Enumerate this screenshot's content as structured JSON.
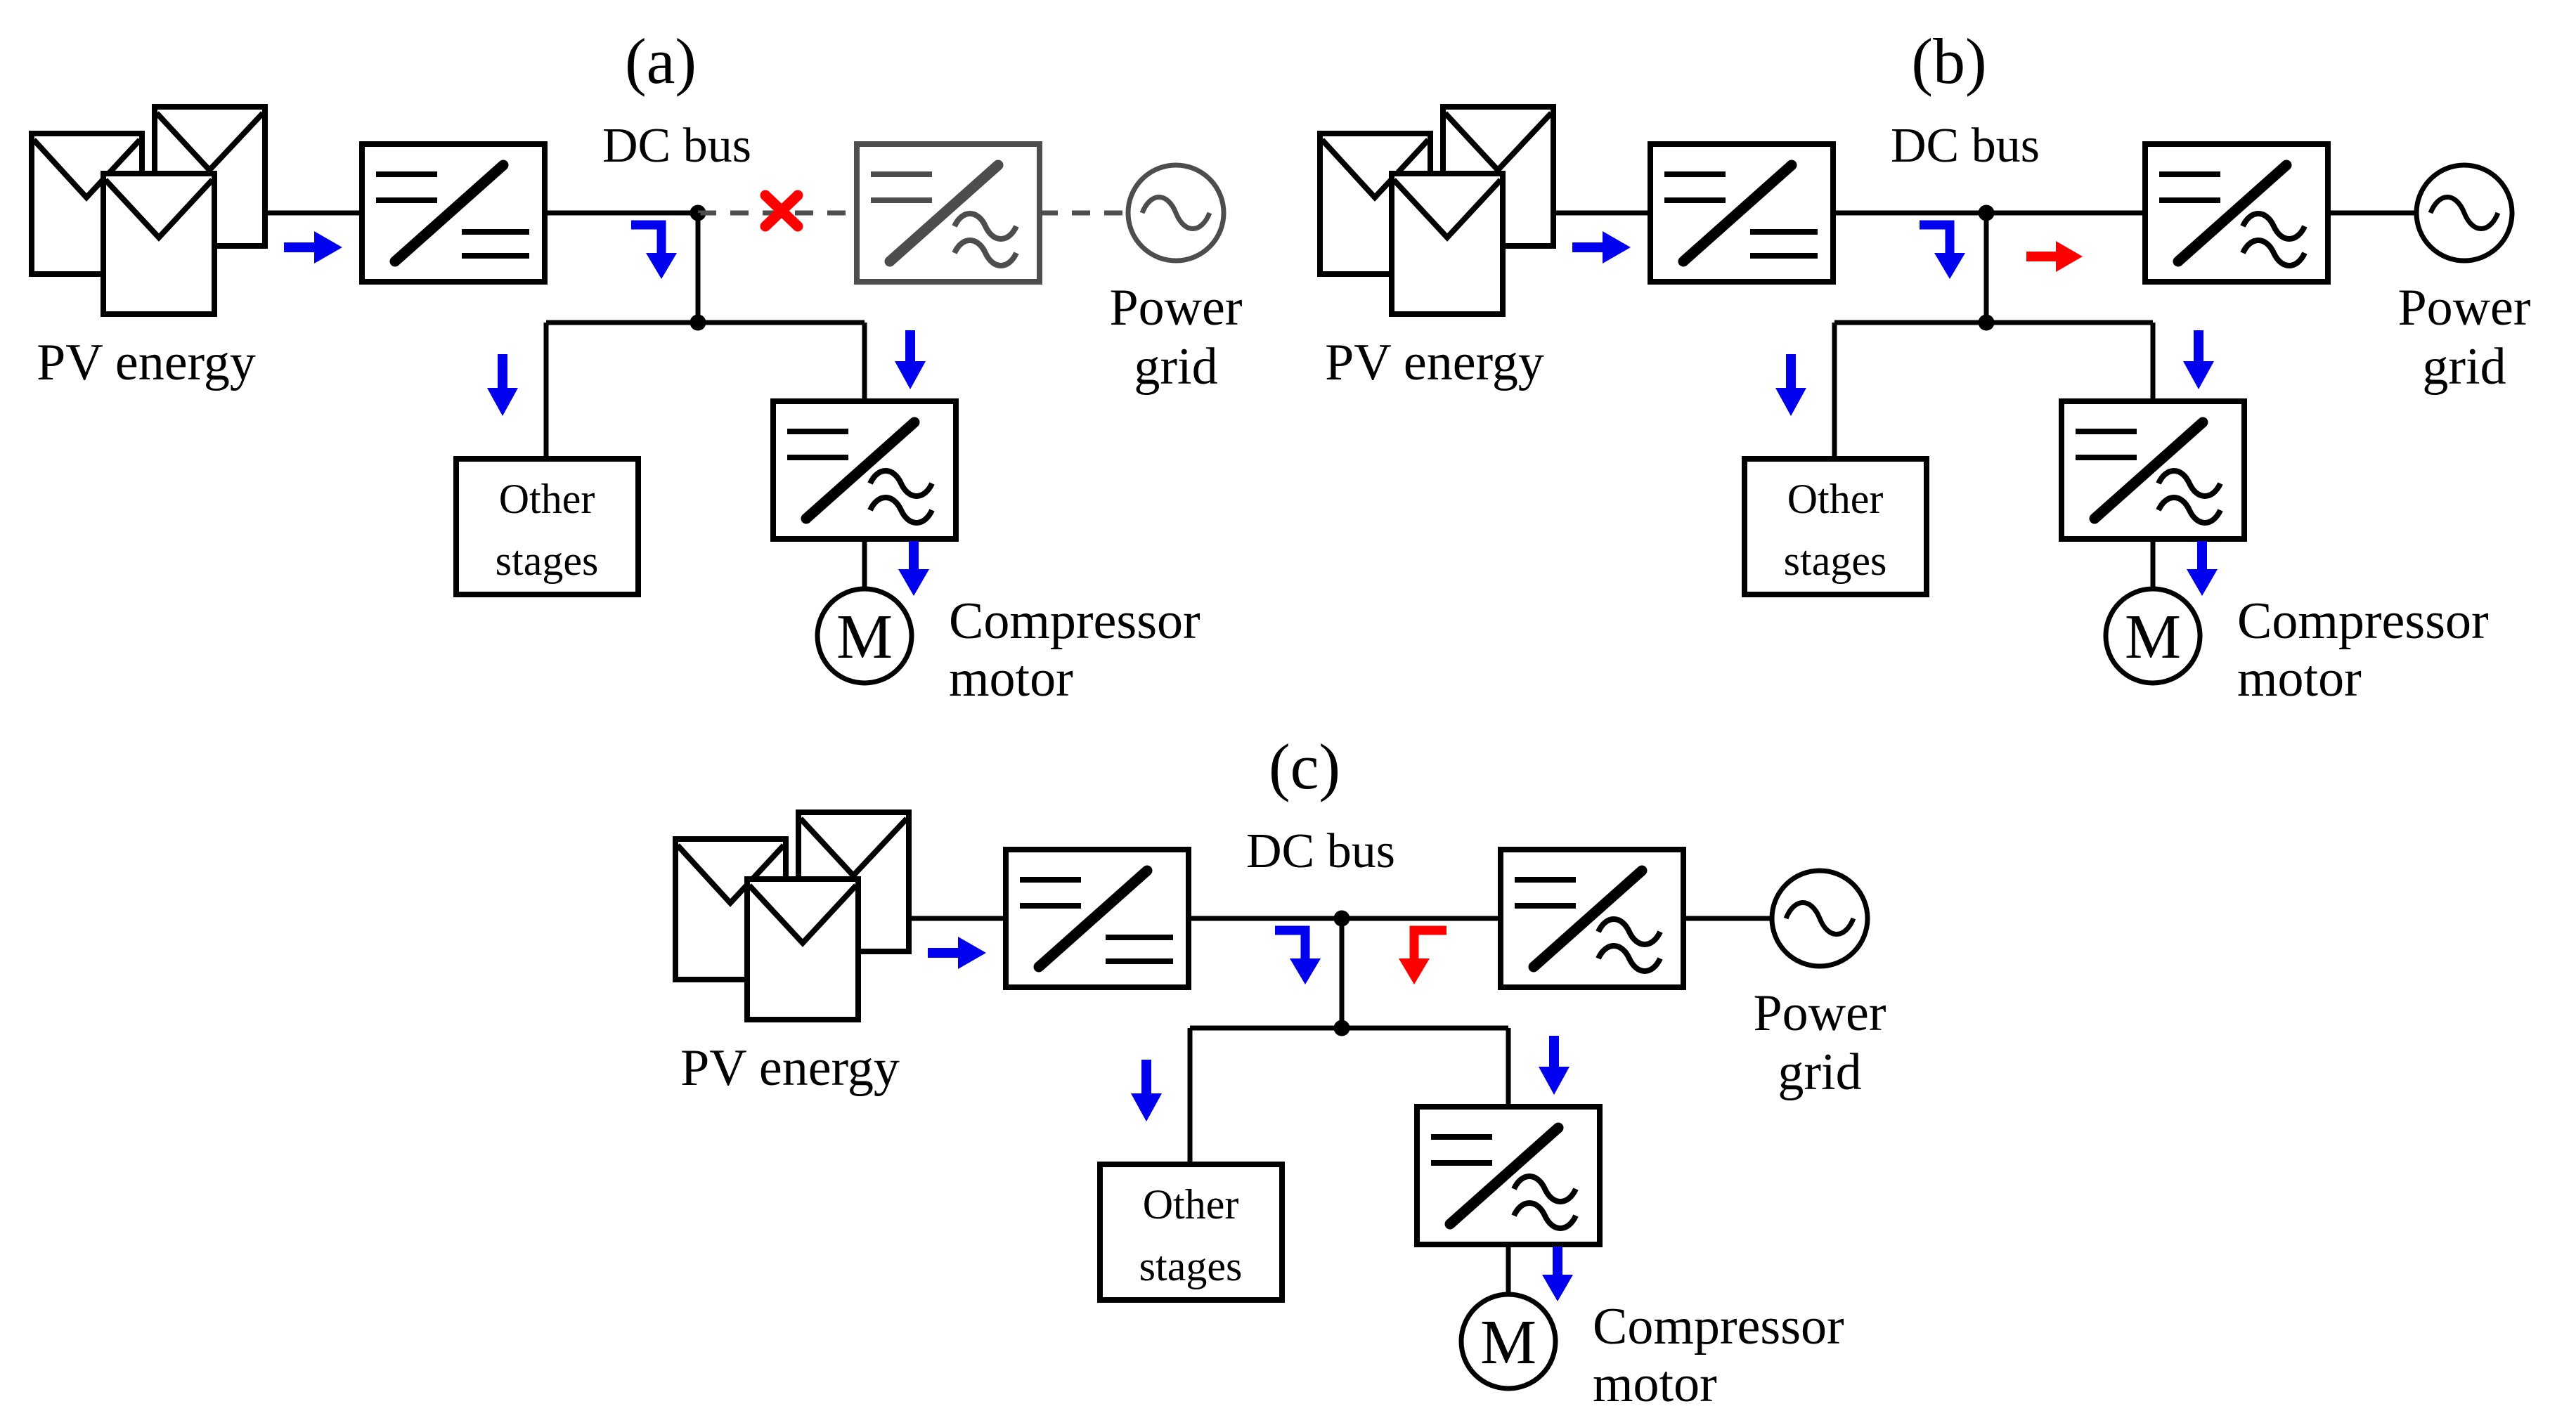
{
  "figure": {
    "type": "schematic-diagram",
    "background": "#ffffff",
    "colors": {
      "line_black": "#000000",
      "blue_flow": "#0000ee",
      "red_flow": "#ff0000",
      "inactive_gray": "#4d4d4d"
    },
    "labels": {
      "dc_bus": "DC bus",
      "pv_energy": "PV energy",
      "power_grid_line1": "Power",
      "power_grid_line2": "grid",
      "other_stages_line1": "Other",
      "other_stages_line2": "stages",
      "compressor_line1": "Compressor",
      "compressor_line2": "motor",
      "motor_symbol": "M"
    },
    "blue_flow_arrows": [
      "pv-to-dc-dc-converter",
      "dc-bus-down-to-loads",
      "branch-to-other-stages",
      "branch-to-motor-inverter",
      "inverter-to-compressor-motor"
    ],
    "panels": [
      {
        "id": "a",
        "title": "(a)",
        "grid_connection": "disconnected",
        "grid_link_style": "dashed-gray-with-red-x",
        "red_flow": "none"
      },
      {
        "id": "b",
        "title": "(b)",
        "grid_connection": "connected",
        "grid_link_style": "solid",
        "red_flow": "dc-bus-to-grid"
      },
      {
        "id": "c",
        "title": "(c)",
        "grid_connection": "connected",
        "grid_link_style": "solid",
        "red_flow": "grid-to-dc-bus"
      }
    ]
  }
}
